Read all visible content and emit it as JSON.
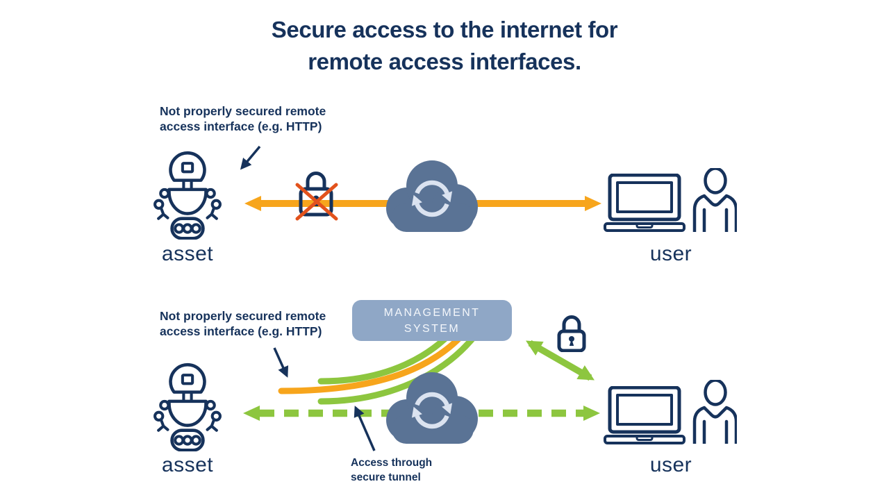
{
  "title": {
    "line1": "Secure access to the internet for",
    "line2": "remote access interfaces."
  },
  "top": {
    "annotation_line1": "Not properly secured remote",
    "annotation_line2": "access interface (e.g. HTTP)",
    "asset_label": "asset",
    "user_label": "user"
  },
  "bottom": {
    "annotation_line1": "Not properly secured remote",
    "annotation_line2": "access interface (e.g. HTTP)",
    "management_line1": "MANAGEMENT",
    "management_line2": "SYSTEM",
    "tunnel_line1": "Access through",
    "tunnel_line2": "secure tunnel",
    "asset_label": "asset",
    "user_label": "user"
  },
  "colors": {
    "navy": "#16325B",
    "orange": "#F7A51C",
    "cross_red": "#E2521C",
    "green": "#8DC63F",
    "cloud_blue": "#5A7395",
    "management_blue": "#8FA7C6",
    "sync_glyph": "#DBE3F0"
  },
  "icons": {
    "robot-icon": "outlined robot (asset device)",
    "cloud-sync-icon": "filled cloud with circular sync arrows (internet)",
    "laptop-icon": "outlined laptop",
    "person-icon": "outlined person bust",
    "lock-crossed-icon": "padlock crossed out (insecure)",
    "lock-icon": "padlock with filled keyhole (secure)"
  }
}
